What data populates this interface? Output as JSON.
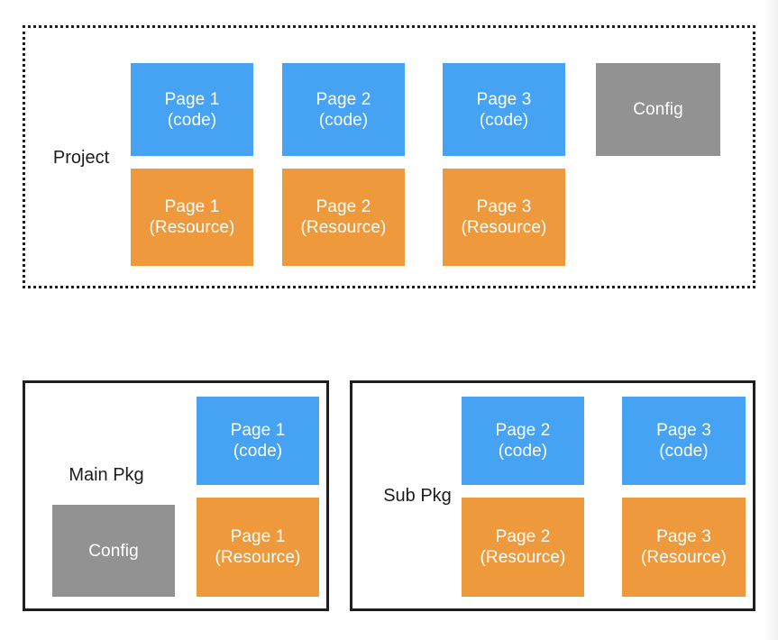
{
  "diagram": {
    "title_visible": false,
    "colors": {
      "code": "#46a3f4",
      "resource": "#ee9a3c",
      "config": "#929292",
      "text_on_box": "#ffffff",
      "label_text": "#1c1c1c",
      "border": "#1f1f1f",
      "background": "#ffffff"
    },
    "groups": [
      {
        "id": "project",
        "label": "Project",
        "border_style": "dotted",
        "nodes": [
          {
            "id": "project-page1-code",
            "label": "Page 1\n(code)",
            "kind": "code"
          },
          {
            "id": "project-page2-code",
            "label": "Page 2\n(code)",
            "kind": "code"
          },
          {
            "id": "project-page3-code",
            "label": "Page 3\n(code)",
            "kind": "code"
          },
          {
            "id": "project-config",
            "label": "Config",
            "kind": "config"
          },
          {
            "id": "project-page1-resource",
            "label": "Page 1\n(Resource)",
            "kind": "resource"
          },
          {
            "id": "project-page2-resource",
            "label": "Page 2\n(Resource)",
            "kind": "resource"
          },
          {
            "id": "project-page3-resource",
            "label": "Page 3\n(Resource)",
            "kind": "resource"
          }
        ]
      },
      {
        "id": "main-pkg",
        "label": "Main Pkg",
        "border_style": "solid",
        "nodes": [
          {
            "id": "main-page1-code",
            "label": "Page 1\n(code)",
            "kind": "code"
          },
          {
            "id": "main-config",
            "label": "Config",
            "kind": "config"
          },
          {
            "id": "main-page1-resource",
            "label": "Page 1\n(Resource)",
            "kind": "resource"
          }
        ]
      },
      {
        "id": "sub-pkg",
        "label": "Sub Pkg",
        "border_style": "solid",
        "nodes": [
          {
            "id": "sub-page2-code",
            "label": "Page 2\n(code)",
            "kind": "code"
          },
          {
            "id": "sub-page3-code",
            "label": "Page 3\n(code)",
            "kind": "code"
          },
          {
            "id": "sub-page2-resource",
            "label": "Page 2\n(Resource)",
            "kind": "resource"
          },
          {
            "id": "sub-page3-resource",
            "label": "Page 3\n(Resource)",
            "kind": "resource"
          }
        ]
      }
    ]
  }
}
